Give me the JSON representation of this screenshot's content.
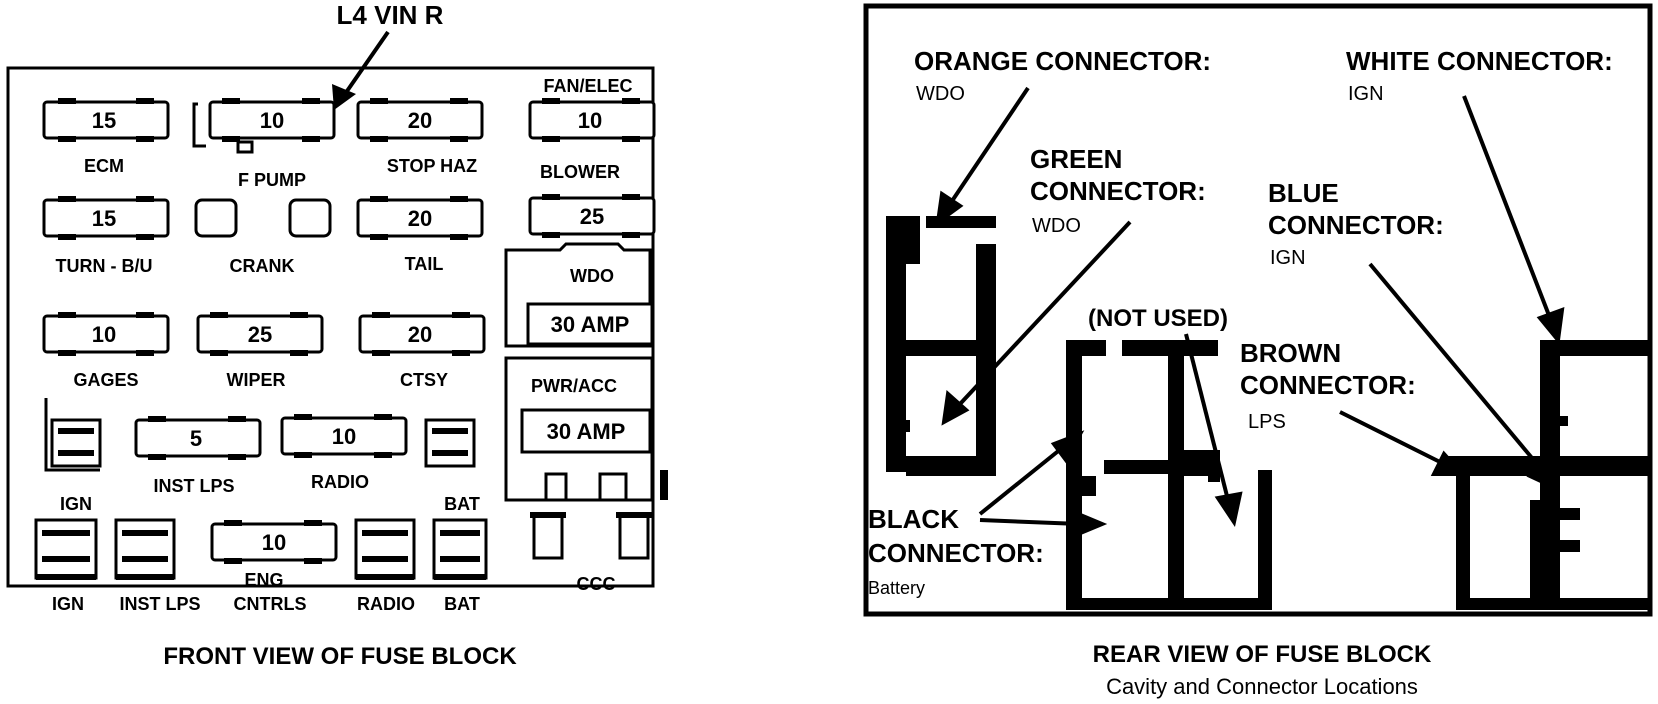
{
  "front": {
    "vin_label": "L4 VIN R",
    "caption": "FRONT VIEW OF FUSE BLOCK",
    "fuses": [
      {
        "id": "ecm",
        "value": "15",
        "label": "ECM"
      },
      {
        "id": "f-pump",
        "value": "10",
        "label": "F PUMP"
      },
      {
        "id": "stop-haz",
        "value": "20",
        "label": "STOP HAZ"
      },
      {
        "id": "blower",
        "value": "10",
        "label": "BLOWER",
        "top_label": "FAN/ELEC"
      },
      {
        "id": "turn-bu",
        "value": "15",
        "label": "TURN - B/U"
      },
      {
        "id": "tail",
        "value": "20",
        "label": "TAIL"
      },
      {
        "id": "wdo",
        "value": "25",
        "label": "WDO"
      },
      {
        "id": "gages",
        "value": "10",
        "label": "GAGES"
      },
      {
        "id": "wiper",
        "value": "25",
        "label": "WIPER"
      },
      {
        "id": "ctsy",
        "value": "20",
        "label": "CTSY"
      },
      {
        "id": "inst-lps",
        "value": "5",
        "label": "INST LPS"
      },
      {
        "id": "radio",
        "value": "10",
        "label": "RADIO"
      },
      {
        "id": "eng-cntrls",
        "value": "10",
        "label_line1": "ENG",
        "label_line2": "CNTRLS"
      }
    ],
    "crank_label": "CRANK",
    "breakers": [
      {
        "id": "wdo-breaker",
        "label": "WDO",
        "value": "30 AMP"
      },
      {
        "id": "pwr-acc-breaker",
        "label": "PWR/ACC",
        "value": "30 AMP"
      }
    ],
    "small_labels": {
      "ign_upper": "IGN",
      "bat_upper": "BAT",
      "ign_lower": "IGN",
      "inst_lps_lower": "INST LPS",
      "radio_lower": "RADIO",
      "bat_lower": "BAT",
      "ccc": "CCC"
    }
  },
  "rear": {
    "caption": "REAR VIEW OF FUSE BLOCK",
    "subcaption": "Cavity and Connector Locations",
    "connectors": [
      {
        "id": "orange",
        "line1": "ORANGE CONNECTOR:",
        "line2": "",
        "sub": "WDO"
      },
      {
        "id": "green",
        "line1": "GREEN",
        "line2": "CONNECTOR:",
        "sub": "WDO"
      },
      {
        "id": "white",
        "line1": "WHITE CONNECTOR:",
        "line2": "",
        "sub": "IGN"
      },
      {
        "id": "blue",
        "line1": "BLUE",
        "line2": "CONNECTOR:",
        "sub": "IGN"
      },
      {
        "id": "brown",
        "line1": "BROWN",
        "line2": "CONNECTOR:",
        "sub": "LPS"
      },
      {
        "id": "black",
        "line1": "BLACK",
        "line2": "CONNECTOR:",
        "sub": "Battery"
      }
    ],
    "not_used": "(NOT USED)"
  }
}
